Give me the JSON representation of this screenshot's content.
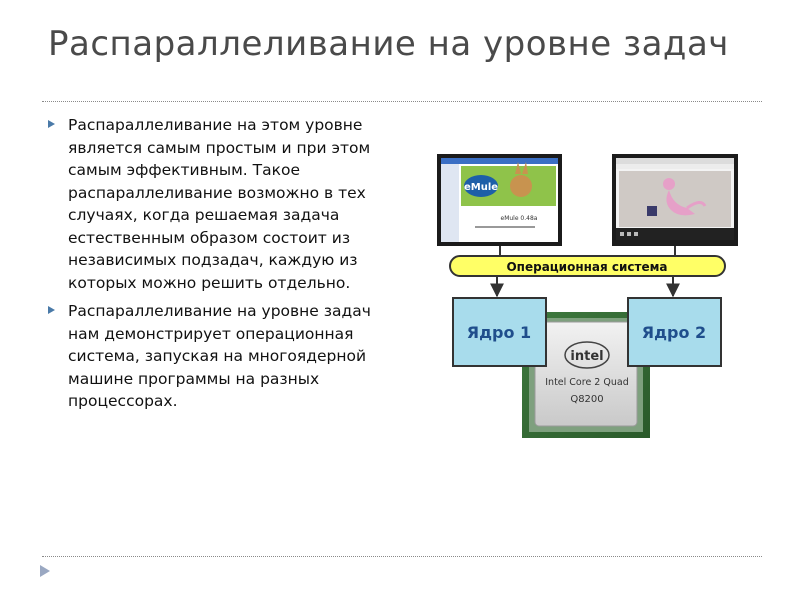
{
  "slide": {
    "title": "Распараллеливание на уровне задач",
    "bullets": [
      "Распараллеливание на этом уровне является самым простым и при этом самым эффективным. Такое распараллеливание возможно в тех случаях, когда решаемая задача естественным образом состоит из независимых подзадач, каждую из которых можно решить отдельно.",
      "Распараллеливание на уровне задач нам демонстрирует операционная система, запуская на многоядерной машине программы на разных процессорах."
    ]
  },
  "diagram": {
    "os_label": "Операционная система",
    "core1_label": "Ядро 1",
    "core2_label": "Ядро 2",
    "cpu_brand": "intel",
    "cpu_model": "Intel Core 2 Quad",
    "cpu_number": "Q8200",
    "app1_name": "eMule",
    "app1_version": "eMule 0.48a",
    "colors": {
      "os_bar": "#ffff66",
      "core_box": "#a8dcec",
      "core_text": "#1f4e8c",
      "arrow": "#333333"
    }
  }
}
